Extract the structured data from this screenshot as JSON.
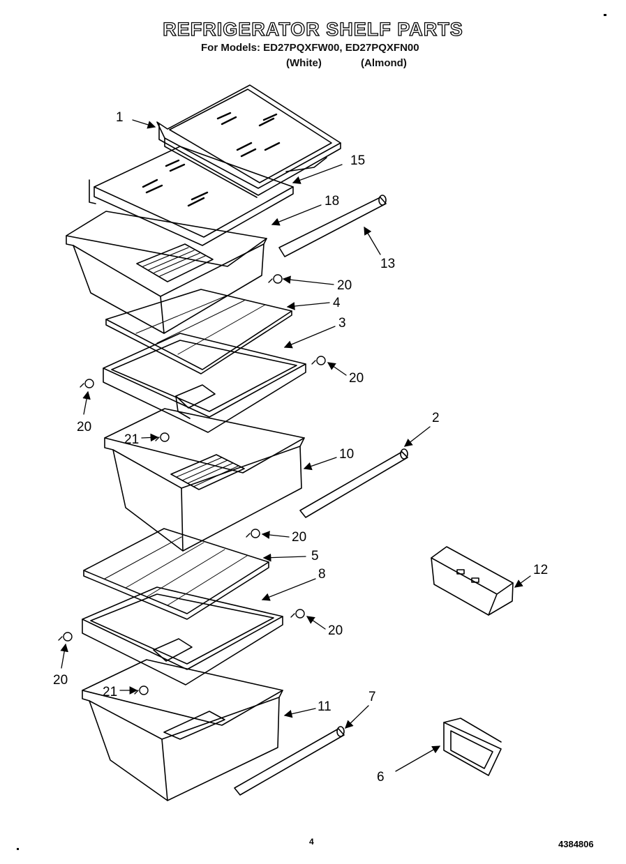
{
  "header": {
    "title": "REFRIGERATOR SHELF PARTS",
    "models_line": "For Models: ED27PQXFW00, ED27PQXFN00",
    "variant_white": "(White)",
    "variant_almond": "(Almond)"
  },
  "callouts": {
    "c1": "1",
    "c15": "15",
    "c18": "18",
    "c13": "13",
    "c20a": "20",
    "c4": "4",
    "c3": "3",
    "c20b": "20",
    "c20c": "20",
    "c2": "2",
    "c21a": "21",
    "c10": "10",
    "c20d": "20",
    "c5": "5",
    "c8": "8",
    "c12": "12",
    "c20e": "20",
    "c20f": "20",
    "c21b": "21",
    "c11": "11",
    "c7": "7",
    "c6": "6"
  },
  "footer": {
    "page_number": "4",
    "document_number": "4384806"
  }
}
